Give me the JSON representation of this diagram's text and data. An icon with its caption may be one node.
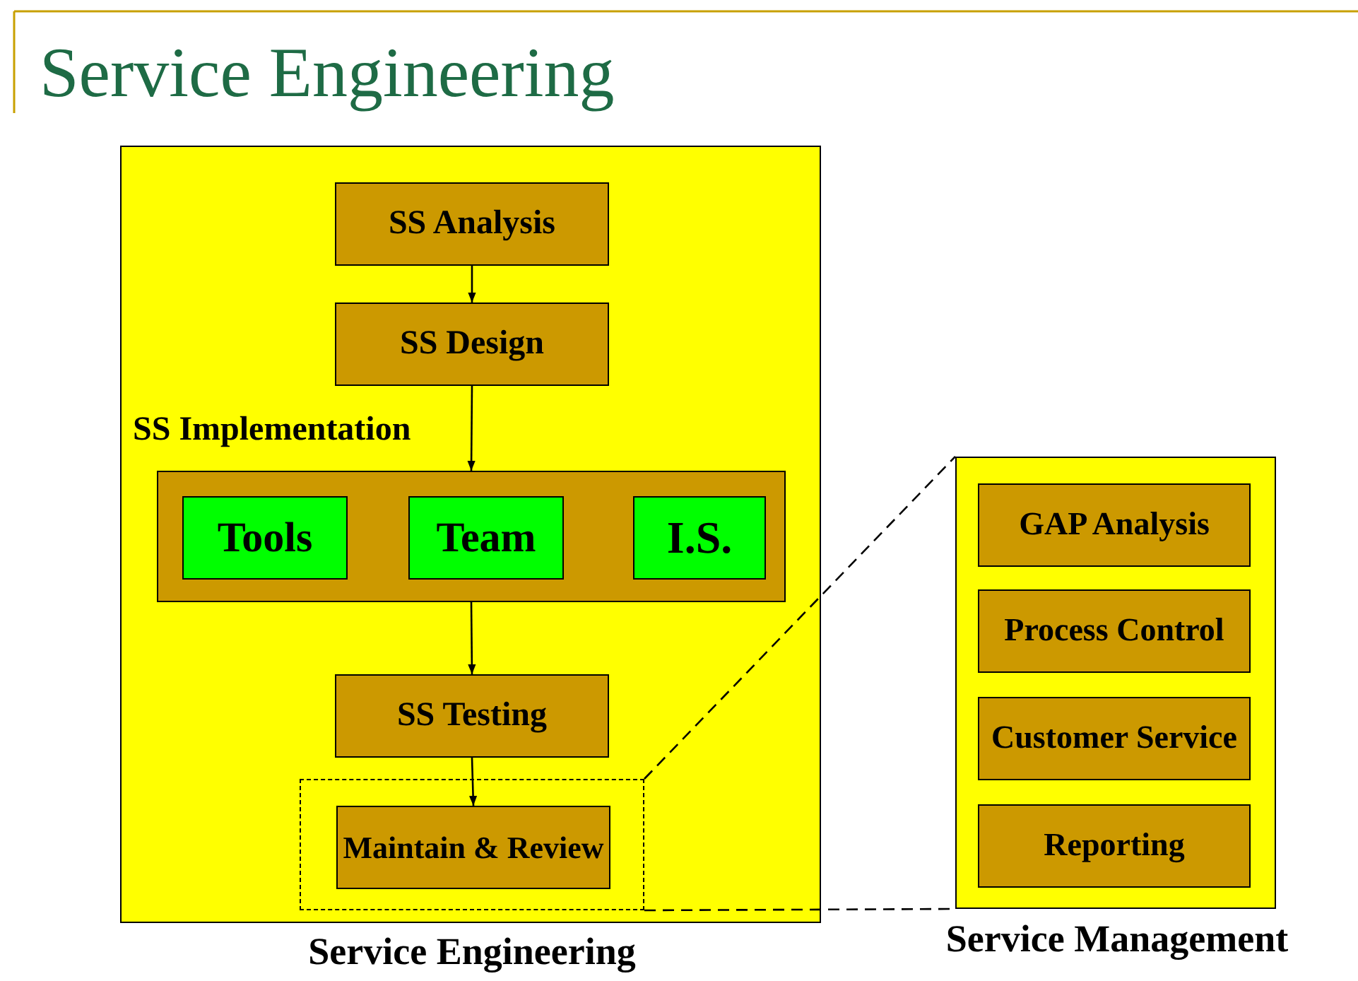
{
  "diagram": {
    "title": "Service Engineering",
    "nodes": [
      {
        "text": [
          "Service Engineering"
        ]
      },
      {
        "text": [
          "SS Analysis"
        ],
        "in": 0
      },
      {
        "text": [
          "SS Design"
        ],
        "in": 0
      },
      {
        "text": [
          "SS Implementation"
        ],
        "in": 0
      },
      {
        "text": [
          "Tools"
        ],
        "in": 3
      },
      {
        "text": [
          "Team"
        ],
        "in": 3
      },
      {
        "text": [
          "I.S."
        ],
        "in": 3
      },
      {
        "text": [
          "SS Testing"
        ],
        "in": 0
      },
      {
        "text": [],
        "shape": "box",
        "in": 0
      },
      {
        "text": [
          "Maintain & Review"
        ],
        "in": 8
      },
      {
        "text": [
          "Service Management"
        ]
      },
      {
        "text": [
          "GAP Analysis"
        ],
        "in": 10
      },
      {
        "text": [
          "Process Control"
        ],
        "in": 10
      },
      {
        "text": [
          "Customer Service"
        ],
        "in": 10
      },
      {
        "text": [
          "Reporting"
        ],
        "in": 10
      }
    ],
    "edges": [
      {
        "from": 1,
        "to": 2,
        "arrow": "to"
      },
      {
        "from": 2,
        "to": 3,
        "arrow": "to"
      },
      {
        "from": 3,
        "to": 7,
        "arrow": "to"
      },
      {
        "from": 7,
        "to": 9,
        "arrow": "to"
      },
      {
        "from": 8,
        "to": 10,
        "arrow": "none",
        "style": "dashed"
      },
      {
        "from": 8,
        "to": 10,
        "arrow": "none",
        "style": "dashed"
      }
    ]
  }
}
